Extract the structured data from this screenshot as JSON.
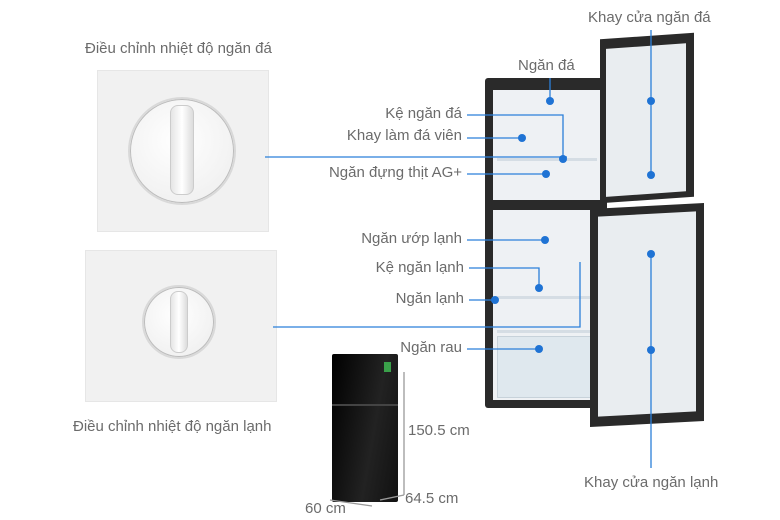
{
  "labels": {
    "freezer_knob": "Điều chỉnh nhiệt độ ngăn đá",
    "fridge_knob": "Điều chỉnh nhiệt độ ngăn lạnh",
    "freezer": "Ngăn đá",
    "freezer_shelf": "Kệ ngăn đá",
    "ice_tray": "Khay làm đá viên",
    "meat_drawer": "Ngăn đựng thịt AG+",
    "chill_zone": "Ngăn ướp lạnh",
    "fridge_shelf": "Kệ ngăn lạnh",
    "fridge": "Ngăn lạnh",
    "vegetable_drawer": "Ngăn rau",
    "freezer_door_tray": "Khay cửa ngăn đá",
    "fridge_door_tray": "Khay cửa ngăn lạnh"
  },
  "dimensions": {
    "height": "150.5 cm",
    "depth": "64.5 cm",
    "width": "60 cm"
  },
  "colors": {
    "callout": "#2b7fd9",
    "fridge_body": "#2a2a2a",
    "product_glass": "#0c0c0c"
  }
}
